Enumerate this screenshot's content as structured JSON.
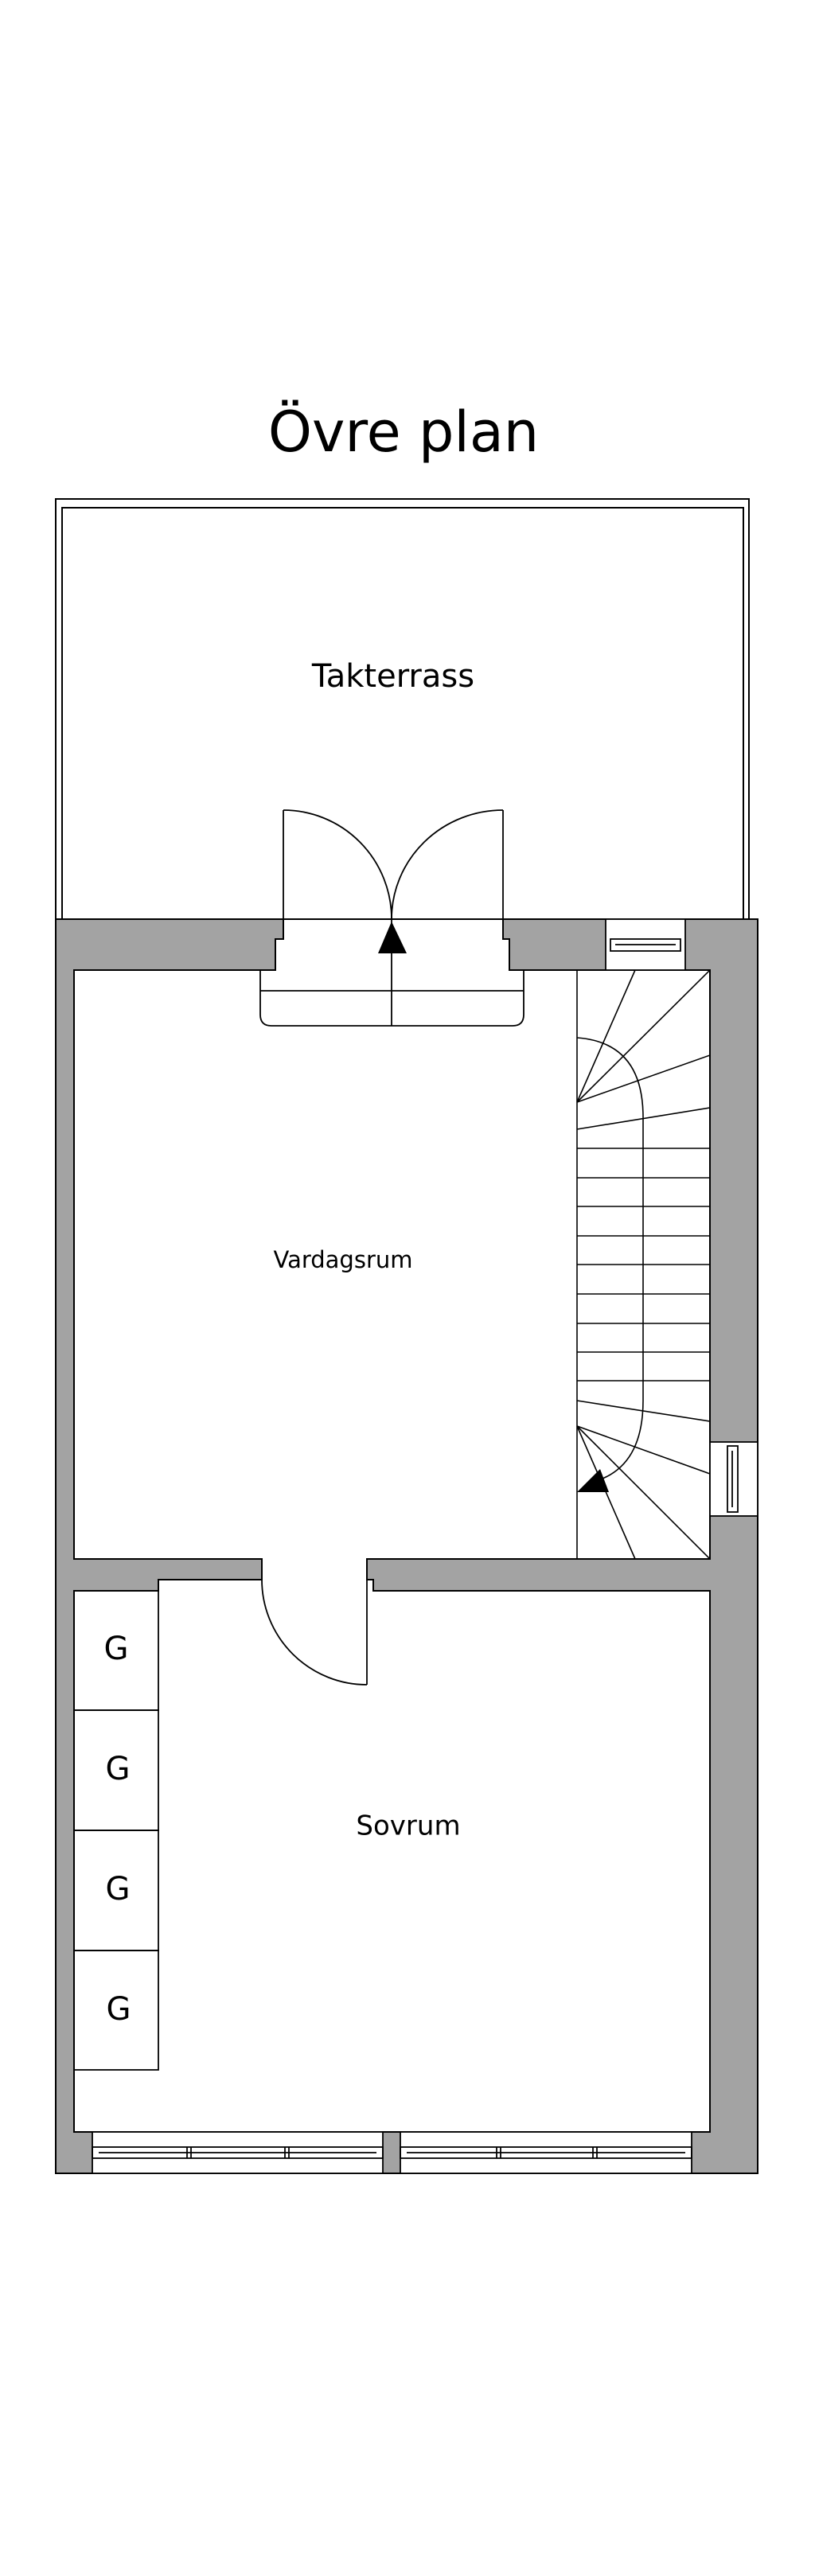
{
  "plan": {
    "title": "Övre plan",
    "wall_color": "#a3a3a3",
    "rooms": {
      "terrace": "Takterrass",
      "living": "Vardagsrum",
      "bedroom": "Sovrum"
    },
    "closets": [
      "G",
      "G",
      "G",
      "G"
    ]
  }
}
